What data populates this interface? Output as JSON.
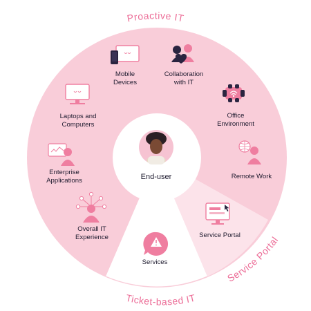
{
  "ring_labels": {
    "top": "Proactive IT",
    "bottom": "Ticket-based IT",
    "side": "Service Portal"
  },
  "center": {
    "label": "End-user"
  },
  "segments": [
    {
      "id": "mobile",
      "label": "Mobile\nDevices",
      "icon": "mobile-devices-icon"
    },
    {
      "id": "collab",
      "label": "Collaboration\nwith IT",
      "icon": "collaboration-icon"
    },
    {
      "id": "office",
      "label": "Office\nEnvironment",
      "icon": "office-environment-icon"
    },
    {
      "id": "remote",
      "label": "Remote Work",
      "icon": "remote-work-icon"
    },
    {
      "id": "portal",
      "label": "Service Portal",
      "icon": "service-portal-icon"
    },
    {
      "id": "services",
      "label": "Services",
      "icon": "warning-chat-icon"
    },
    {
      "id": "overall",
      "label": "Overall IT\nExperience",
      "icon": "network-user-icon"
    },
    {
      "id": "enterprise",
      "label": "Enterprise\nApplications",
      "icon": "enterprise-apps-icon"
    },
    {
      "id": "laptops",
      "label": "Laptops and\nComputers",
      "icon": "laptop-icon"
    }
  ],
  "colors": {
    "ring_main": "#f9cdd9",
    "ring_portal": "#fce3ea",
    "ring_tickets": "#ffffff",
    "accent": "#ef7ea0",
    "dark": "#2a2440",
    "text": "#1d1a2e",
    "title": "#ec6d97"
  }
}
